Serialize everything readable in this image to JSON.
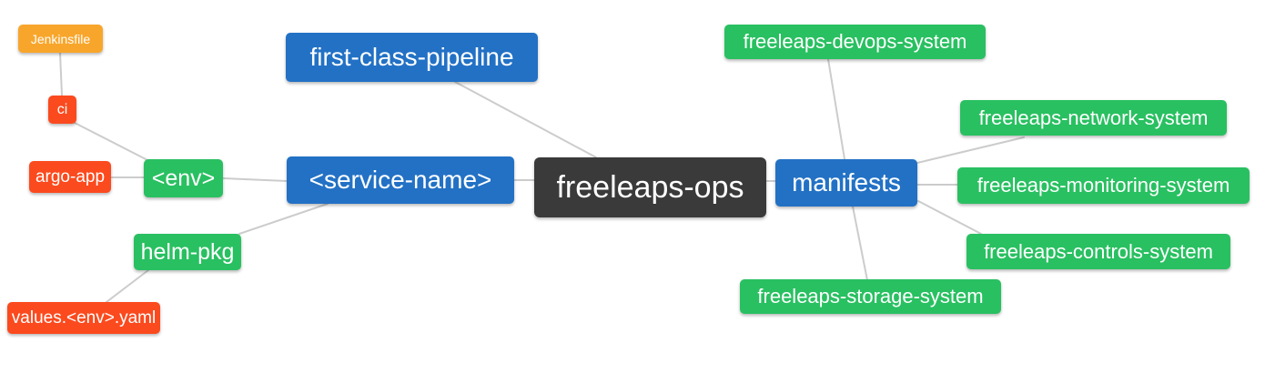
{
  "diagram": {
    "title": "freeleaps-ops mind map",
    "root": "freeleaps_ops",
    "nodes": {
      "jenkinsfile": "Jenkinsfile",
      "ci": "ci",
      "argo_app": "argo-app",
      "env": "<env>",
      "helm_pkg": "helm-pkg",
      "values_env_yaml": "values.<env>.yaml",
      "first_class_pipeline": "first-class-pipeline",
      "service_name": "<service-name>",
      "freeleaps_ops": "freeleaps-ops",
      "manifests": "manifests",
      "devops_system": "freeleaps-devops-system",
      "network_system": "freeleaps-network-system",
      "monitoring_system": "freeleaps-monitoring-system",
      "controls_system": "freeleaps-controls-system",
      "storage_system": "freeleaps-storage-system"
    },
    "edges": [
      {
        "from": "ci",
        "to": "jenkinsfile"
      },
      {
        "from": "env",
        "to": "ci"
      },
      {
        "from": "env",
        "to": "argo_app"
      },
      {
        "from": "service_name",
        "to": "env"
      },
      {
        "from": "service_name",
        "to": "helm_pkg"
      },
      {
        "from": "helm_pkg",
        "to": "values_env_yaml"
      },
      {
        "from": "freeleaps_ops",
        "to": "first_class_pipeline"
      },
      {
        "from": "freeleaps_ops",
        "to": "service_name"
      },
      {
        "from": "freeleaps_ops",
        "to": "manifests"
      },
      {
        "from": "manifests",
        "to": "devops_system"
      },
      {
        "from": "manifests",
        "to": "network_system"
      },
      {
        "from": "manifests",
        "to": "monitoring_system"
      },
      {
        "from": "manifests",
        "to": "controls_system"
      },
      {
        "from": "manifests",
        "to": "storage_system"
      }
    ],
    "colors": {
      "root_node": "#3a3a3a",
      "branch_node": "#2271c5",
      "leaf_green": "#29c061",
      "leaf_red": "#fb4a1e",
      "leaf_amber": "#f8a62b",
      "edge_line": "#cccccc",
      "node_text": "#ffffff",
      "background": "#ffffff"
    }
  }
}
